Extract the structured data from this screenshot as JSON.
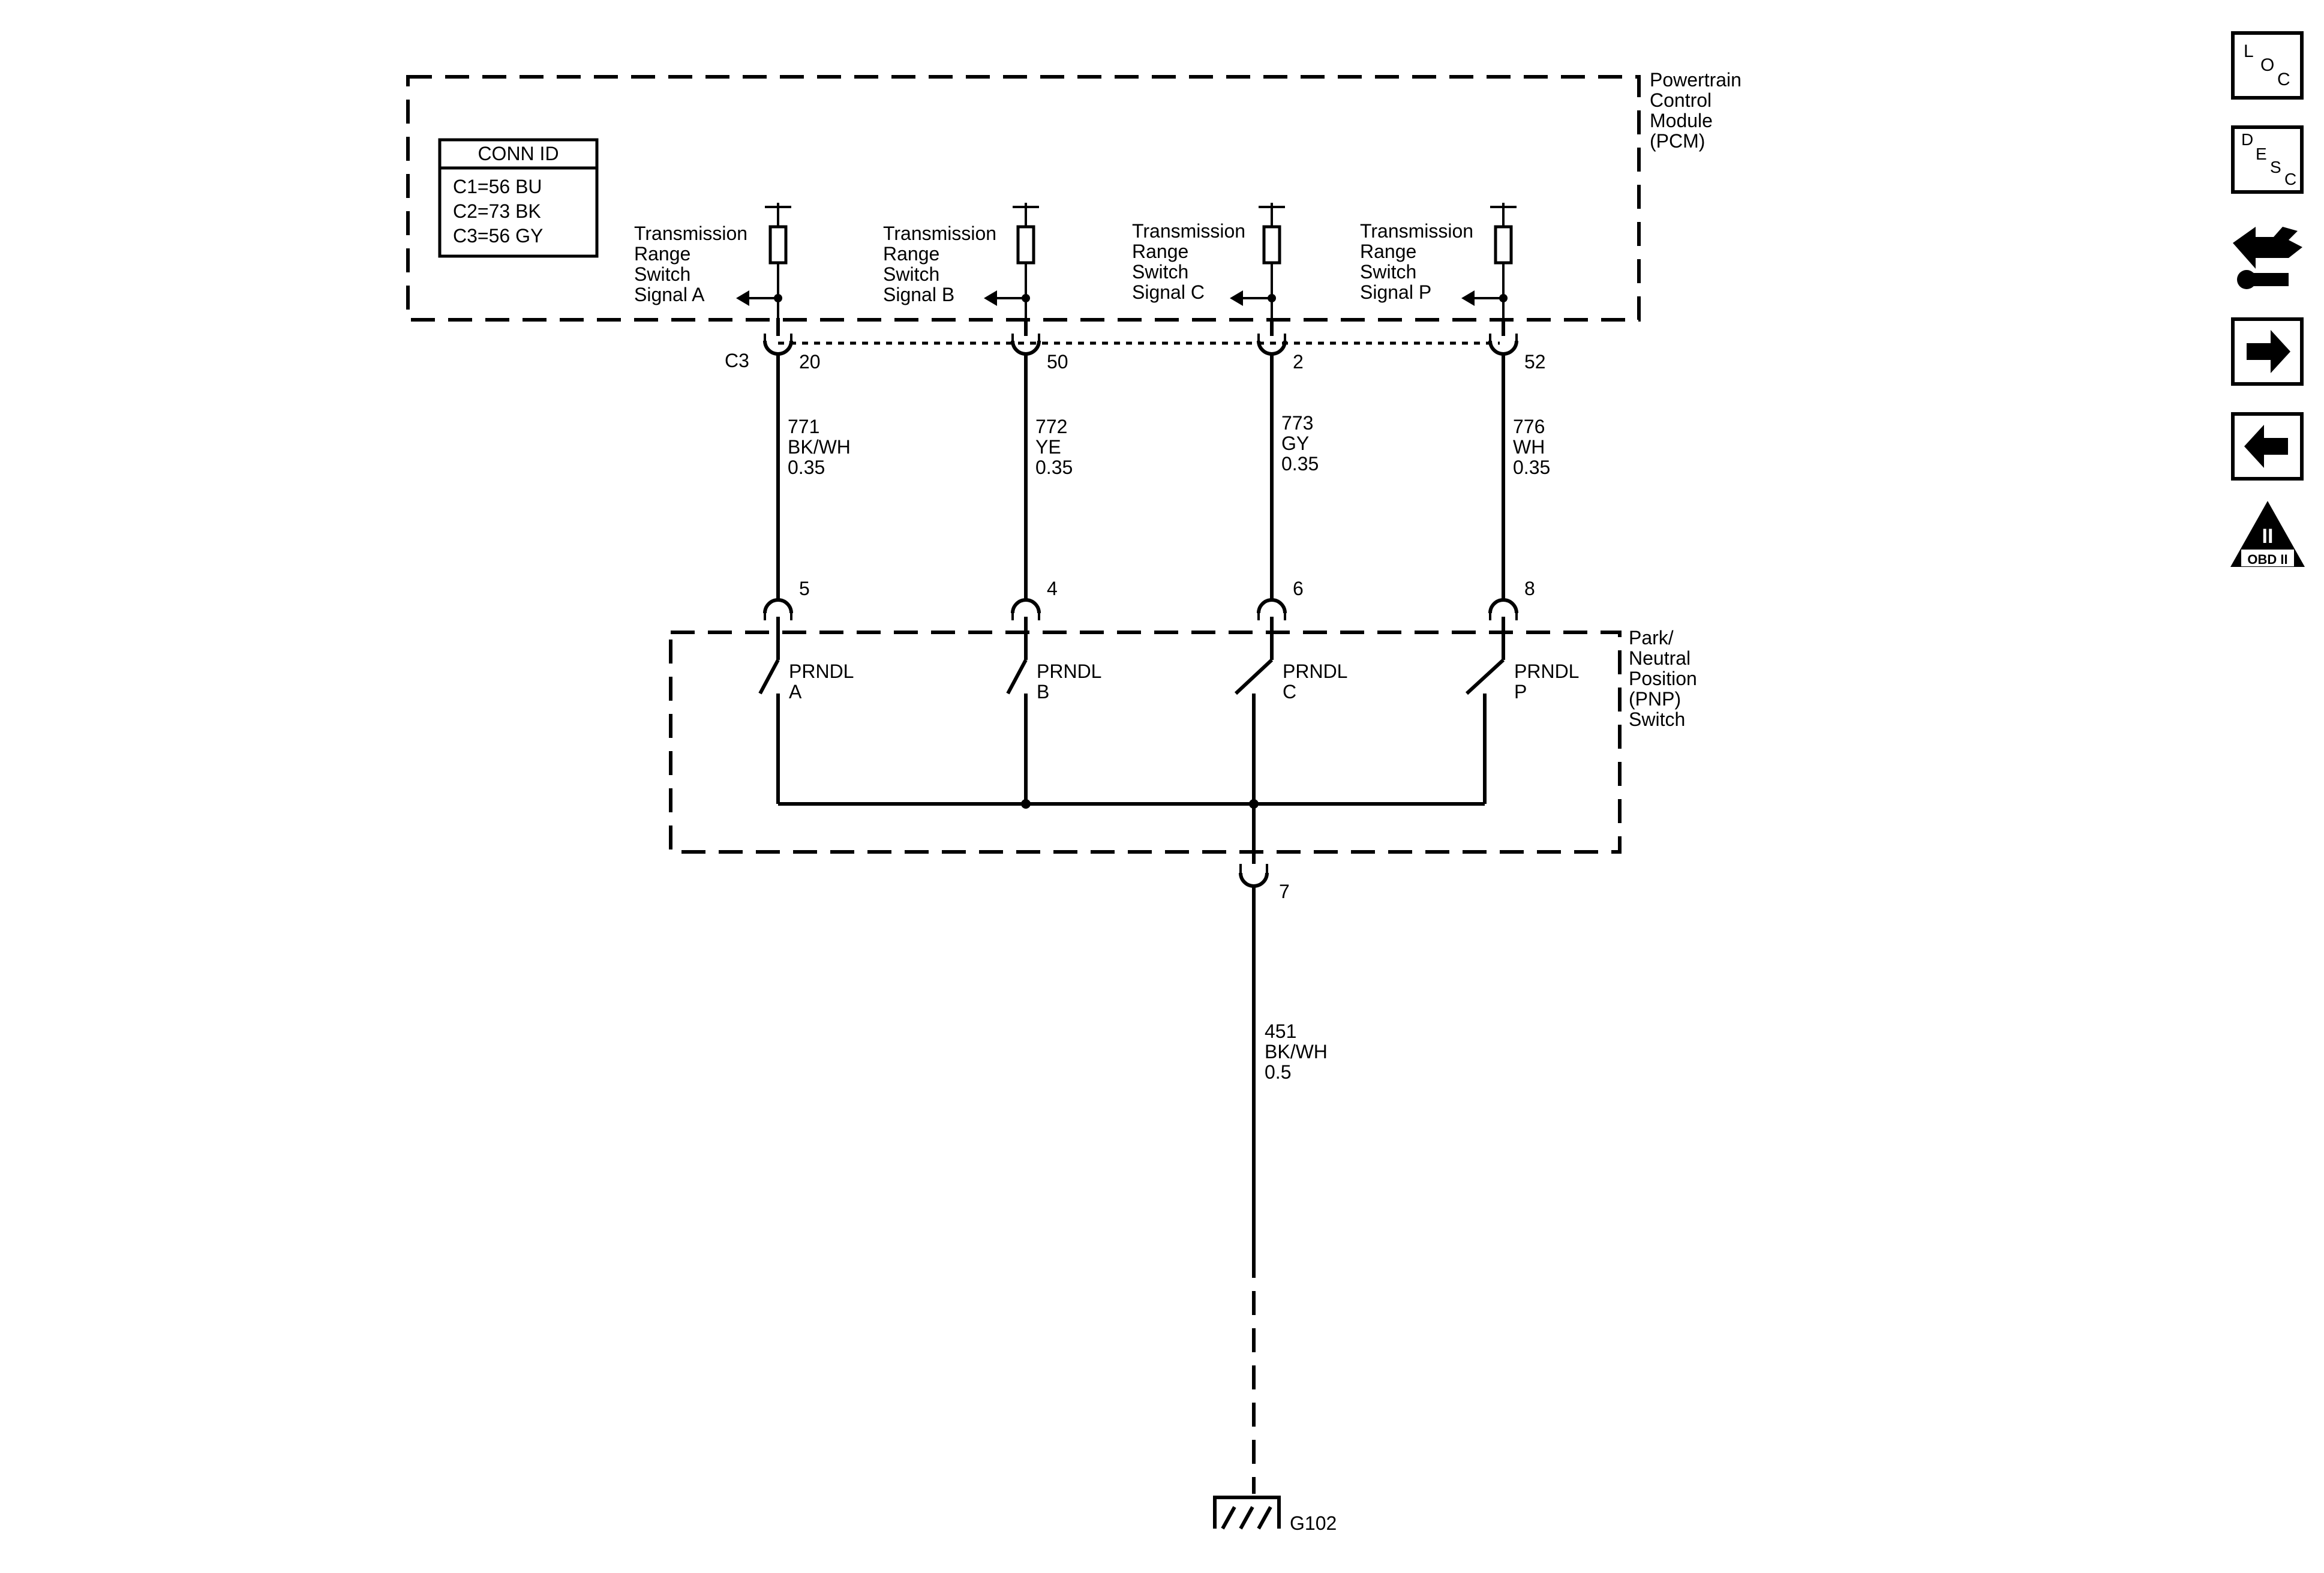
{
  "pcm": {
    "name": "Powertrain Control Module (PCM)",
    "name_lines": [
      "Powertrain",
      "Control",
      "Module",
      "(PCM)"
    ],
    "connector": "C3"
  },
  "conn_id": {
    "title": "CONN ID",
    "rows": [
      "C1=56 BU",
      "C2=73 BK",
      "C3=56 GY"
    ]
  },
  "circuits": [
    {
      "signal_lines": [
        "Transmission",
        "Range",
        "Switch",
        "Signal A"
      ],
      "pcm_pin": "20",
      "circuit": "771",
      "color": "BK/WH",
      "gauge": "0.35",
      "switch_pin": "5",
      "contact_lines": [
        "PRNDL",
        "A"
      ]
    },
    {
      "signal_lines": [
        "Transmission",
        "Range",
        "Switch",
        "Signal B"
      ],
      "pcm_pin": "50",
      "circuit": "772",
      "color": "YE",
      "gauge": "0.35",
      "switch_pin": "4",
      "contact_lines": [
        "PRNDL",
        "B"
      ]
    },
    {
      "signal_lines": [
        "Transmission",
        "Range",
        "Switch",
        "Signal C"
      ],
      "pcm_pin": "2",
      "circuit": "773",
      "color": "GY",
      "gauge": "0.35",
      "switch_pin": "6",
      "contact_lines": [
        "PRNDL",
        "C"
      ]
    },
    {
      "signal_lines": [
        "Transmission",
        "Range",
        "Switch",
        "Signal P"
      ],
      "pcm_pin": "52",
      "circuit": "776",
      "color": "WH",
      "gauge": "0.35",
      "switch_pin": "8",
      "contact_lines": [
        "PRNDL",
        "P"
      ]
    }
  ],
  "pnp_switch": {
    "name": "Park/Neutral Position (PNP) Switch",
    "name_lines": [
      "Park/",
      "Neutral",
      "Position",
      "(PNP)",
      "Switch"
    ],
    "ground_pin": "7"
  },
  "ground_circuit": {
    "circuit": "451",
    "color": "BK/WH",
    "gauge": "0.5",
    "ground": "G102"
  },
  "sidebar": {
    "loc": {
      "chars": [
        "L",
        "O",
        "C"
      ],
      "icon": "loc-icon"
    },
    "desc": {
      "chars": [
        "D",
        "E",
        "S",
        "C"
      ],
      "icon": "desc-icon"
    },
    "connector_icon": "connector-view-icon",
    "next_icon": "arrow-right-icon",
    "prev_icon": "arrow-left-icon",
    "obd": {
      "numeral": "II",
      "label": "OBD II",
      "icon": "obd2-icon"
    }
  }
}
